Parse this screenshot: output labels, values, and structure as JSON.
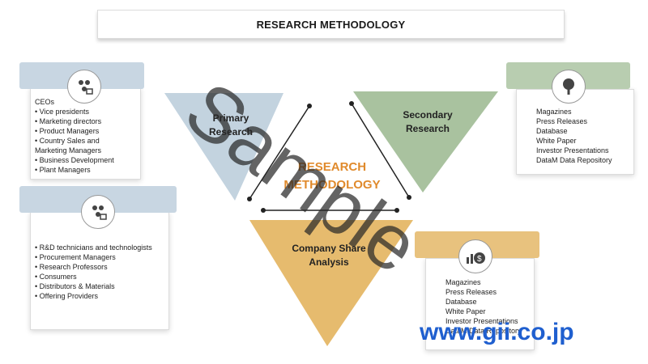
{
  "title": "RESEARCH METHODOLOGY",
  "center_label": "RESEARCH METHODOLOGY",
  "triangles": {
    "primary": "Primary Research",
    "secondary": "Secondary Research",
    "company_share": "Company Share Analysis"
  },
  "left_top_list": [
    "CEOs",
    "• Vice presidents",
    "• Marketing directors",
    "• Product Managers",
    "• Country Sales and",
    "Marketing Managers",
    "• Business Development",
    "• Plant Managers"
  ],
  "left_bottom_list": [
    "• R&D technicians and technologists",
    "• Procurement Managers",
    "• Research Professors",
    "• Consumers",
    "• Distributors & Materials",
    "• Offering Providers"
  ],
  "right_top_list": [
    "Magazines",
    "Press Releases",
    "Database",
    "White Paper",
    "Investor Presentations",
    "DataM Data Repository"
  ],
  "right_bottom_list": [
    "Magazines",
    "Press Releases",
    "Database",
    "White Paper",
    "Investor Presentations",
    "DataM Data Repository"
  ],
  "watermark": "Sample",
  "site": "www.gii.co.jp",
  "colors": {
    "blue_tab": "#c8d6e2",
    "green_tab": "#b8cdb0",
    "orange_tab": "#e8c27e",
    "blue_triangle": "#c3d3df",
    "green_triangle": "#a9c29f",
    "orange_triangle": "#e6bb6e",
    "center_text": "#e08a2c"
  },
  "icons": [
    "people-network-icon",
    "people-network-icon",
    "tree-icon",
    "money-growth-icon"
  ]
}
